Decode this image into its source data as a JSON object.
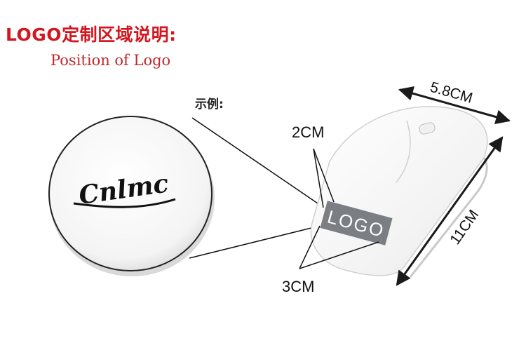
{
  "header": {
    "title_cn": "LOGO定制区域说明:",
    "title_en": "Position of Logo"
  },
  "example": {
    "label": "示例:",
    "sample_logo_text": "Cnlmc"
  },
  "mouse": {
    "logo_placeholder": "LOGO",
    "dimension_top": "2CM",
    "dimension_bottom": "3CM",
    "width": "5.8CM",
    "length": "11CM"
  },
  "colors": {
    "title": "#d4161f",
    "subtitle": "#c0282a",
    "logo_box": "#7b7e82",
    "arrow": "#1a1a1a"
  }
}
